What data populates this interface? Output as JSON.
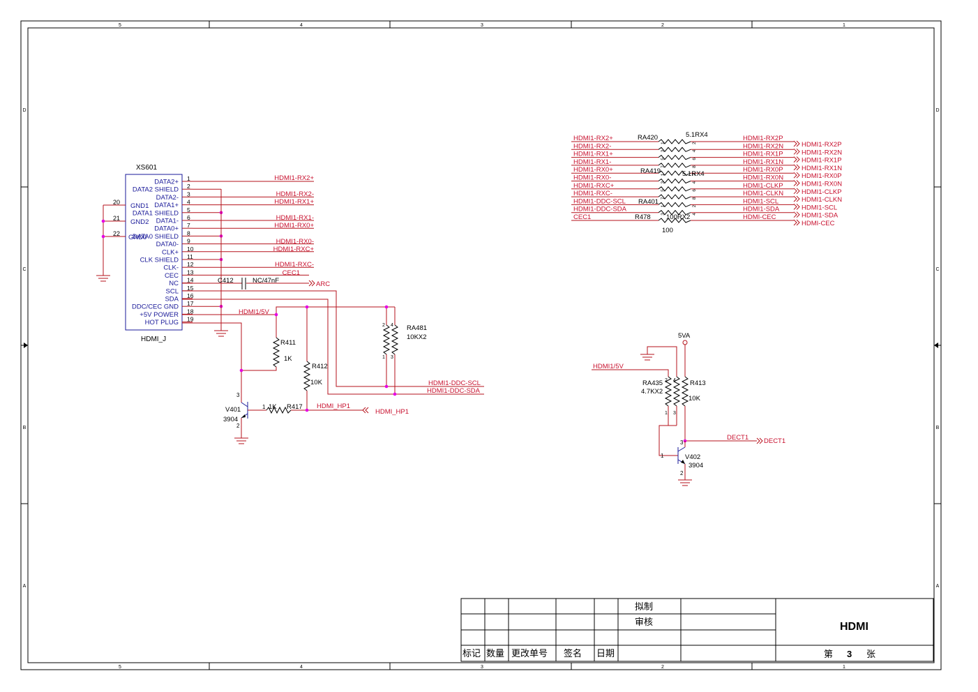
{
  "frame": {
    "col_labels": [
      "5",
      "4",
      "3",
      "2",
      "1"
    ],
    "row_labels": [
      "D",
      "C",
      "B",
      "A"
    ]
  },
  "connector": {
    "ref": "XS601",
    "part": "HDMI_J",
    "pin_names": [
      "DATA2+",
      "DATA2 SHIELD",
      "DATA2-",
      "DATA1+",
      "DATA1 SHIELD",
      "DATA1-",
      "DATA0+",
      "DATA0 SHIELD",
      "DATA0-",
      "CLK+",
      "CLK SHIELD",
      "CLK-",
      "CEC",
      "NC",
      "SCL",
      "SDA",
      "DDC/CEC GND",
      "+5V POWER",
      "HOT PLUG"
    ],
    "pin_numbers": [
      "1",
      "2",
      "3",
      "4",
      "5",
      "6",
      "7",
      "8",
      "9",
      "10",
      "11",
      "12",
      "13",
      "14",
      "15",
      "16",
      "17",
      "18",
      "19"
    ],
    "gnd_pins": [
      "GND1",
      "GND2",
      "GND0"
    ],
    "gnd_pin_numbers": [
      "20",
      "21",
      "22"
    ],
    "net_labels": [
      "HDMI1-RX2+",
      "HDMI1-RX2-",
      "HDMI1-RX1+",
      "HDMI1-RX1-",
      "HDMI1-RX0+",
      "HDMI1-RX0-",
      "HDMI1-RXC+",
      "HDMI1-RXC-",
      "CEC1"
    ]
  },
  "arc": {
    "cap_ref": "C412",
    "cap_value": "NC/47nF",
    "port": "ARC"
  },
  "hotplug": {
    "supply": "HDMI1/5V",
    "r411_ref": "R411",
    "r411_val": "1K",
    "r412_ref": "R412",
    "r412_val": "10K",
    "r417_ref": "R417",
    "r417_val": "1K",
    "q_ref": "V401",
    "q_val": "3904",
    "q_pin_b": "1",
    "q_pin_c": "3",
    "q_pin_e": "2",
    "hp_net": "HDMI_HP1",
    "hp_port": "HDMI_HP1"
  },
  "ddc": {
    "ra_ref": "RA481",
    "ra_val": "10KX2",
    "ra_pins": [
      "2",
      "4",
      "1",
      "3"
    ],
    "scl_net": "HDMI1-DDC-SCL",
    "sda_net": "HDMI1-DDC-SDA"
  },
  "series": {
    "left_nets": [
      "HDMI1-RX2+",
      "HDMI1-RX2-",
      "HDMI1-RX1+",
      "HDMI1-RX1-",
      "HDMI1-RX0+",
      "HDMI1-RX0-",
      "HDMI1-RXC+",
      "HDMI1-RXC-",
      "HDMI1-DDC-SCL",
      "HDMI1-DDC-SDA",
      "CEC1"
    ],
    "right_nets": [
      "HDMI1-RX2P",
      "HDMI1-RX2N",
      "HDMI1-RX1P",
      "HDMI1-RX1N",
      "HDMI1-RX0P",
      "HDMI1-RX0N",
      "HDMI1-CLKP",
      "HDMI1-CLKN",
      "HDMI1-SCL",
      "HDMI1-SDA",
      "HDMI-CEC"
    ],
    "ports": [
      "HDMI1-RX2P",
      "HDMI1-RX2N",
      "HDMI1-RX1P",
      "HDMI1-RX1N",
      "HDMI1-RX0P",
      "HDMI1-RX0N",
      "HDMI1-CLKP",
      "HDMI1-CLKN",
      "HDMI1-SCL",
      "HDMI1-SDA",
      "HDMI-CEC"
    ],
    "ra420": "RA420",
    "ra420_val": "5.1RX4",
    "ra419": "RA419",
    "ra419_val": "5.1RX4",
    "ra401": "RA401",
    "ra401_val": "100RX2",
    "r478": "R478",
    "r478_val": "100",
    "pin_nums_left": [
      "1",
      "3",
      "5",
      "7"
    ],
    "pin_nums_right": [
      "2",
      "4",
      "6",
      "8"
    ]
  },
  "detect": {
    "supply": "5VA",
    "in_net": "HDMI1/5V",
    "ra_ref": "RA435",
    "ra_val": "4.7KX2",
    "ra_pins": [
      "2",
      "4",
      "1",
      "3"
    ],
    "r_ref": "R413",
    "r_val": "10K",
    "q_ref": "V402",
    "q_val": "3904",
    "q_pin_b": "1",
    "q_pin_c": "3",
    "q_pin_e": "2",
    "out_net": "DECT1",
    "out_port": "DECT1"
  },
  "title_block": {
    "draw_label": "拟制",
    "review_label": "审核",
    "col_mark": "标记",
    "col_qty": "数量",
    "col_change": "更改单号",
    "col_sign": "签名",
    "col_date": "日期",
    "title": "HDMI",
    "sheet_prefix": "第",
    "sheet_no": "3",
    "sheet_suffix": "张"
  }
}
